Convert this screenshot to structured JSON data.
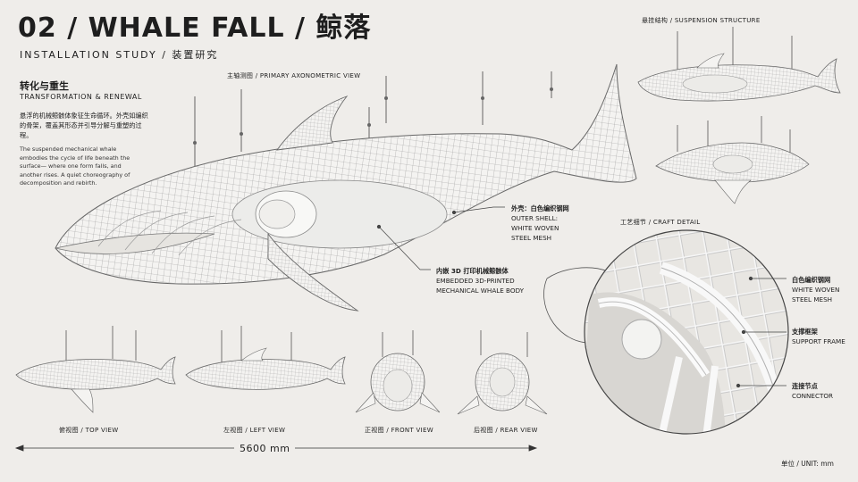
{
  "header": {
    "title": "02 / WHALE FALL / 鲸落",
    "subtitle": "INSTALLATION STUDY / 装置研究"
  },
  "intro": {
    "heading_cn": "转化与重生",
    "heading_en": "TRANSFORMATION & RENEWAL",
    "para_cn": "悬浮的机械鲸骸体象征生命循环。外壳如编织的骨架，覆盖其形态并引导分解与重塑的过程。",
    "para_en": "The suspended mechanical whale embodies the cycle of life beneath the surface— where one form falls, and another rises. A quiet choreography of decomposition and rebirth."
  },
  "views": {
    "primary": "主轴测图 / PRIMARY AXONOMETRIC VIEW",
    "suspension": "悬挂结构 / SUSPENSION STRUCTURE",
    "craft": "工艺细节 / CRAFT DETAIL",
    "top": "俯视图 / TOP VIEW",
    "left": "左视图 / LEFT VIEW",
    "front": "正视图 / FRONT VIEW",
    "rear": "后视图 / REAR VIEW"
  },
  "callouts": {
    "outer_shell": {
      "cn": "外壳：白色编织钢网",
      "en1": "OUTER SHELL:",
      "en2": "WHITE WOVEN",
      "en3": "STEEL MESH"
    },
    "body": {
      "cn": "内嵌 3D 打印机械鲸骸体",
      "en1": "EMBEDDED 3D-PRINTED",
      "en2": "MECHANICAL WHALE BODY"
    },
    "mesh": {
      "cn": "白色编织钢网",
      "en1": "WHITE WOVEN",
      "en2": "STEEL MESH"
    },
    "frame": {
      "cn": "支撑框架",
      "en1": "SUPPORT FRAME"
    },
    "connector": {
      "cn": "连接节点",
      "en1": "CONNECTOR"
    }
  },
  "dimension": "5600 mm",
  "unit": "单位 / UNIT: mm",
  "colors": {
    "background": "#efedea",
    "ink": "#1e1e1e",
    "mesh": "#9a9a9a",
    "shell": "#f7f7f5"
  }
}
